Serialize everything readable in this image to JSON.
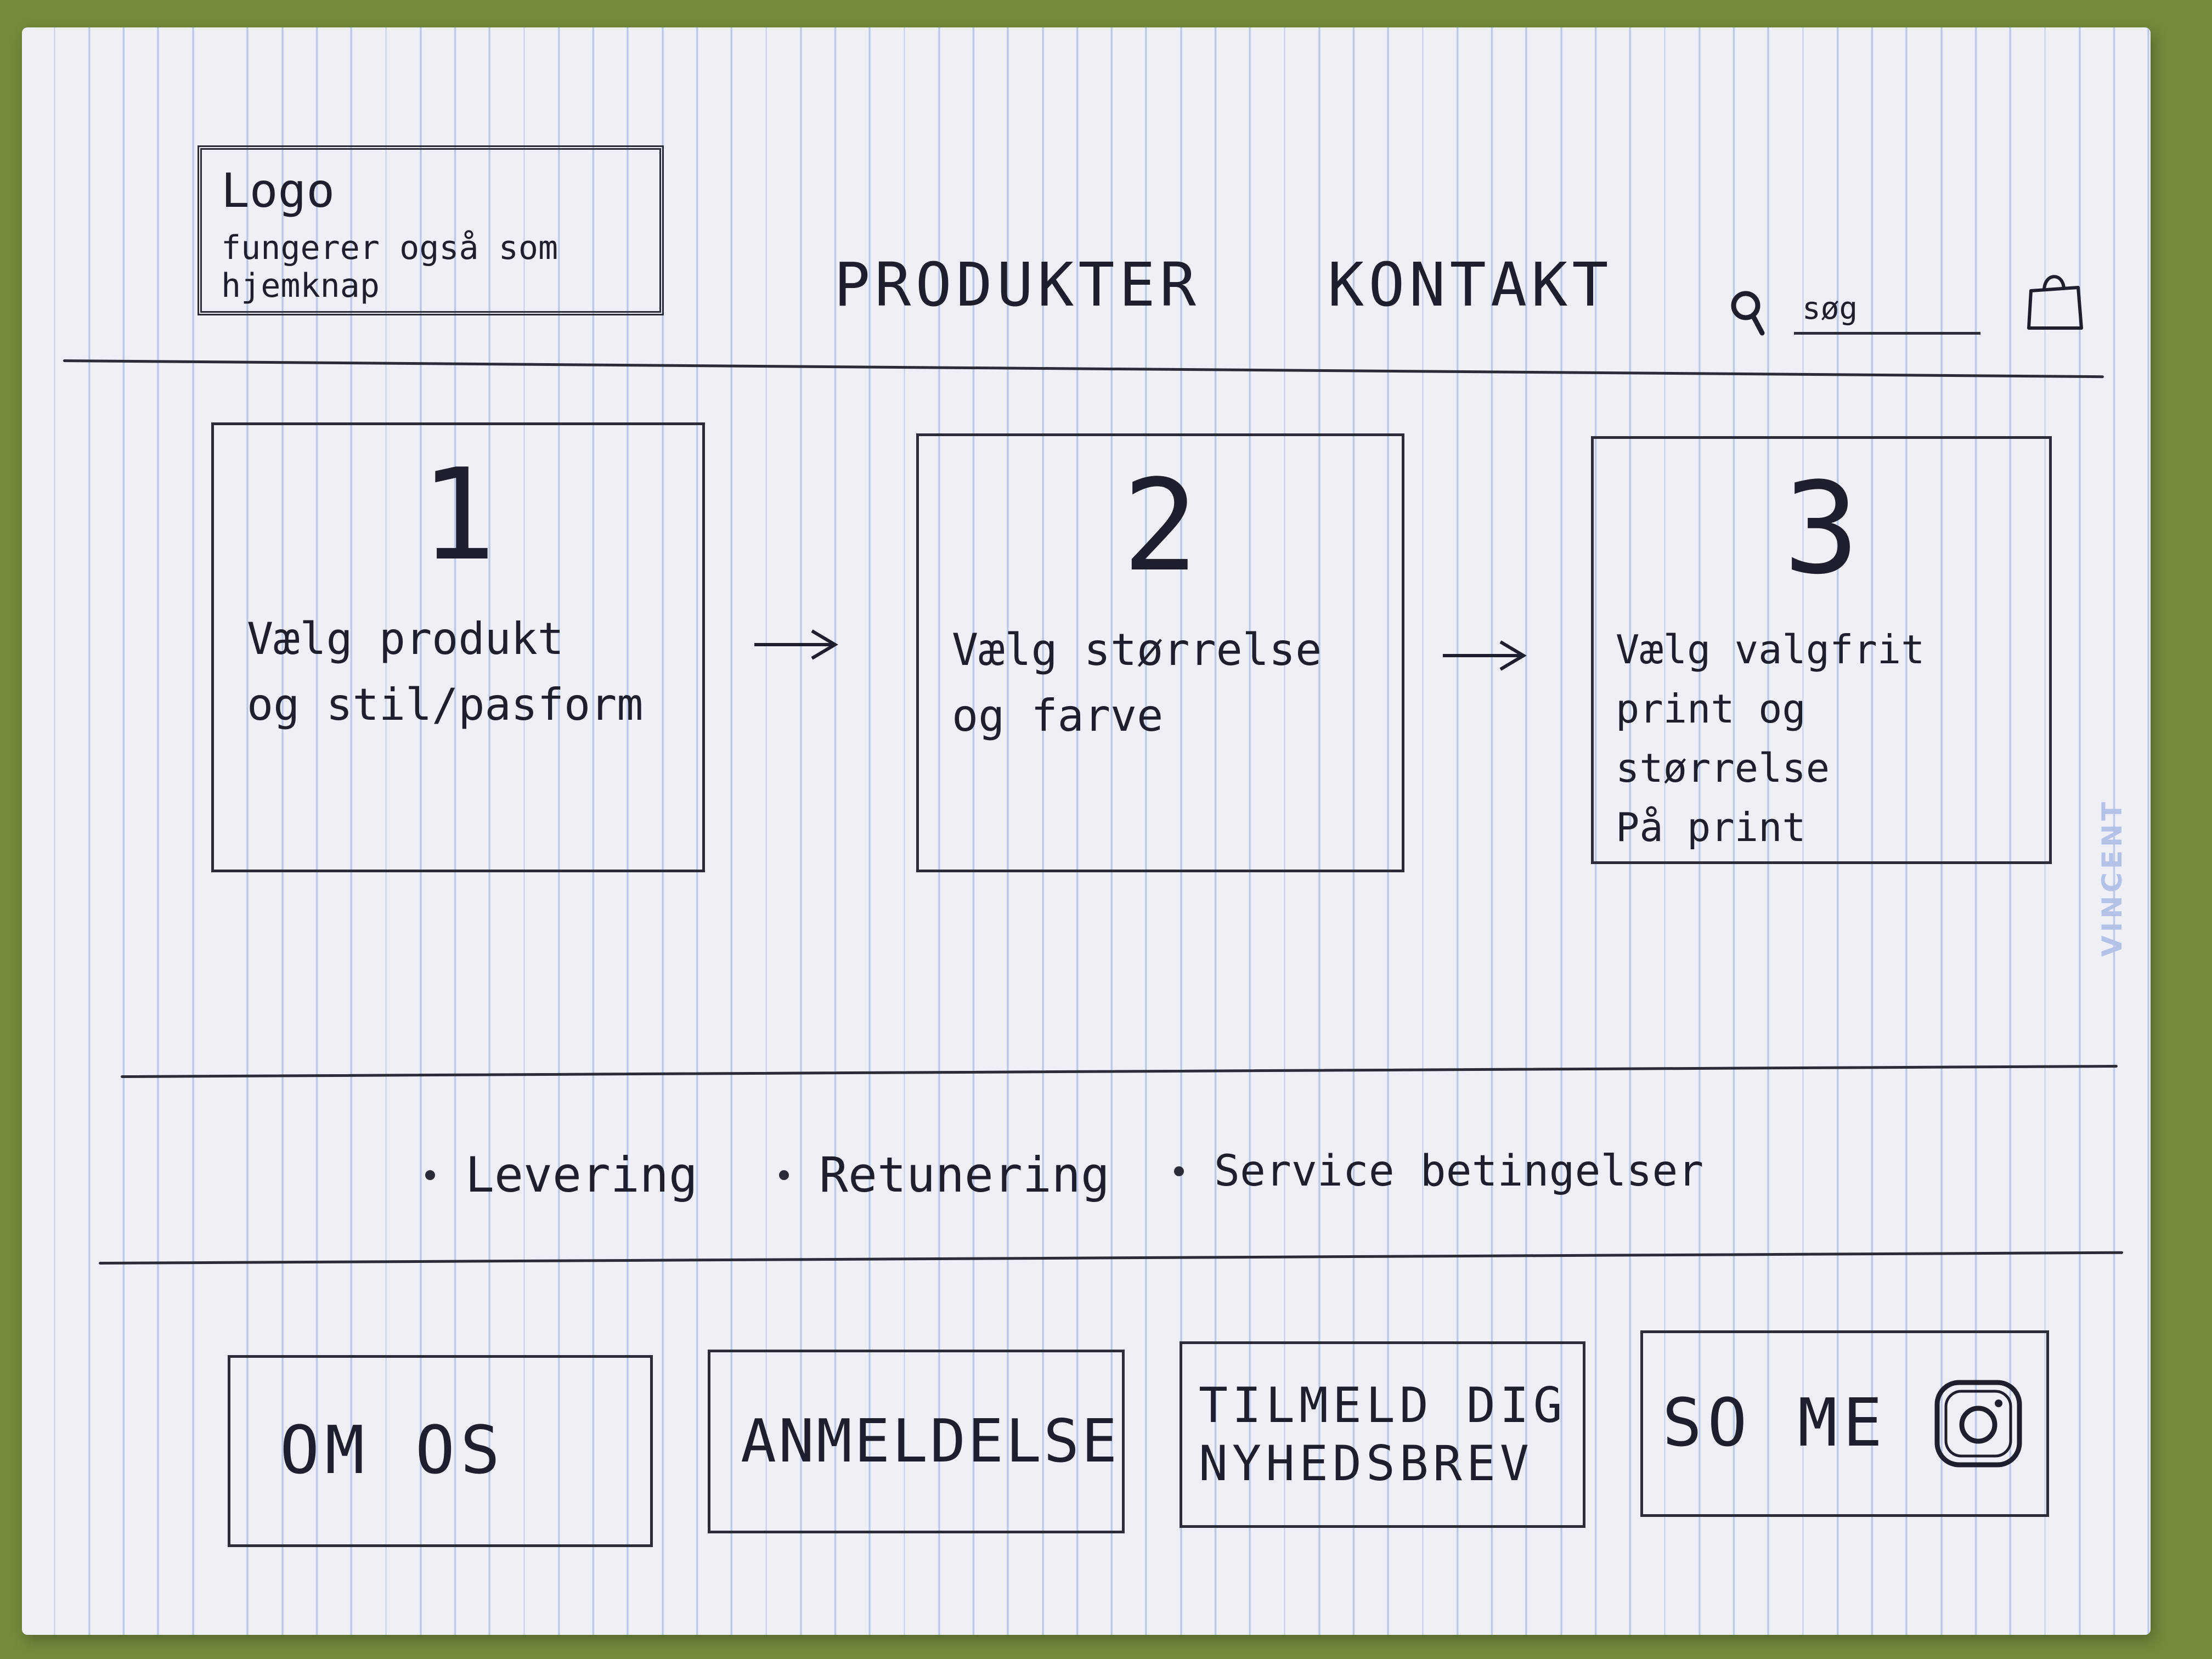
{
  "header": {
    "logo_title": "Logo",
    "logo_subtitle": "fungerer også som hjemknap",
    "nav": [
      "PRODUKTER",
      "KONTAKT"
    ],
    "search_placeholder": "søg",
    "cart_icon": "shopping-bag-icon"
  },
  "steps": [
    {
      "number": "1",
      "text": "Vælg produkt\nog stil/pasform"
    },
    {
      "number": "2",
      "text": "Vælg størrelse\nog farve"
    },
    {
      "number": "3",
      "text": "Vælg valgfrit\nprint og størrelse\nPå print"
    }
  ],
  "info_links": [
    "Levering",
    "Retunering",
    "Service betingelser"
  ],
  "footer": {
    "about": "OM OS",
    "reviews": "ANMELDELSE",
    "newsletter": "TILMELD DIG\nNYHEDSBREV",
    "social": "SO ME",
    "social_icon": "instagram-icon"
  },
  "watermark": "VINCENT",
  "colors": {
    "paper": "#eef0f6",
    "ink": "#1d1f2c",
    "background": "#748a3c",
    "rule_lines": "#b9c6e6"
  }
}
